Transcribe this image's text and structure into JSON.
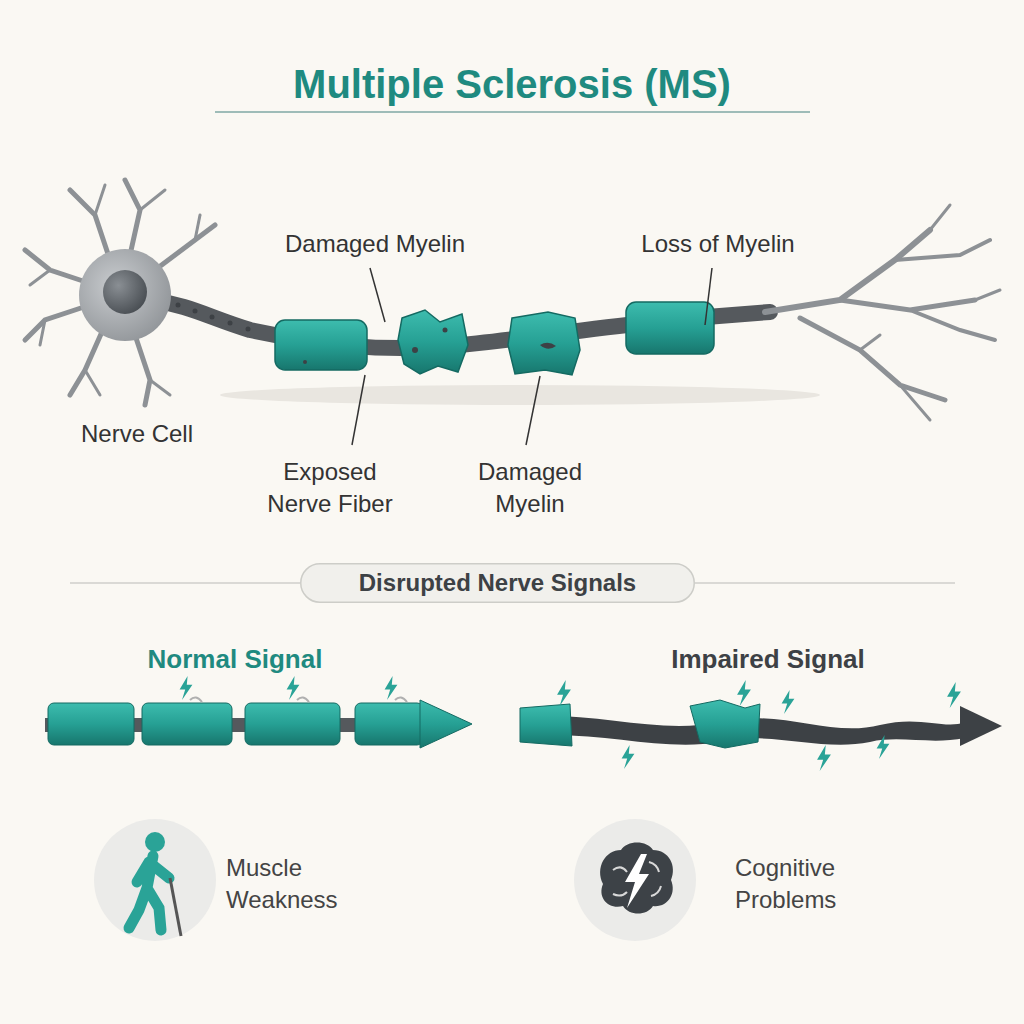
{
  "diagram": {
    "title": "Multiple Sclerosis (MS)",
    "nodes": [
      {
        "text": [
          "Disrupted Nerve Signals"
        ]
      },
      {
        "text": [
          "Muscle Weakness"
        ]
      },
      {
        "text": [
          "Cognitive Problems"
        ]
      }
    ],
    "labels": [
      "Damaged Myelin",
      "Loss of Myelin",
      "Nerve Cell",
      "Exposed Nerve Fiber",
      "Damaged Myelin",
      "Normal Signal",
      "Impaired Signal"
    ]
  }
}
